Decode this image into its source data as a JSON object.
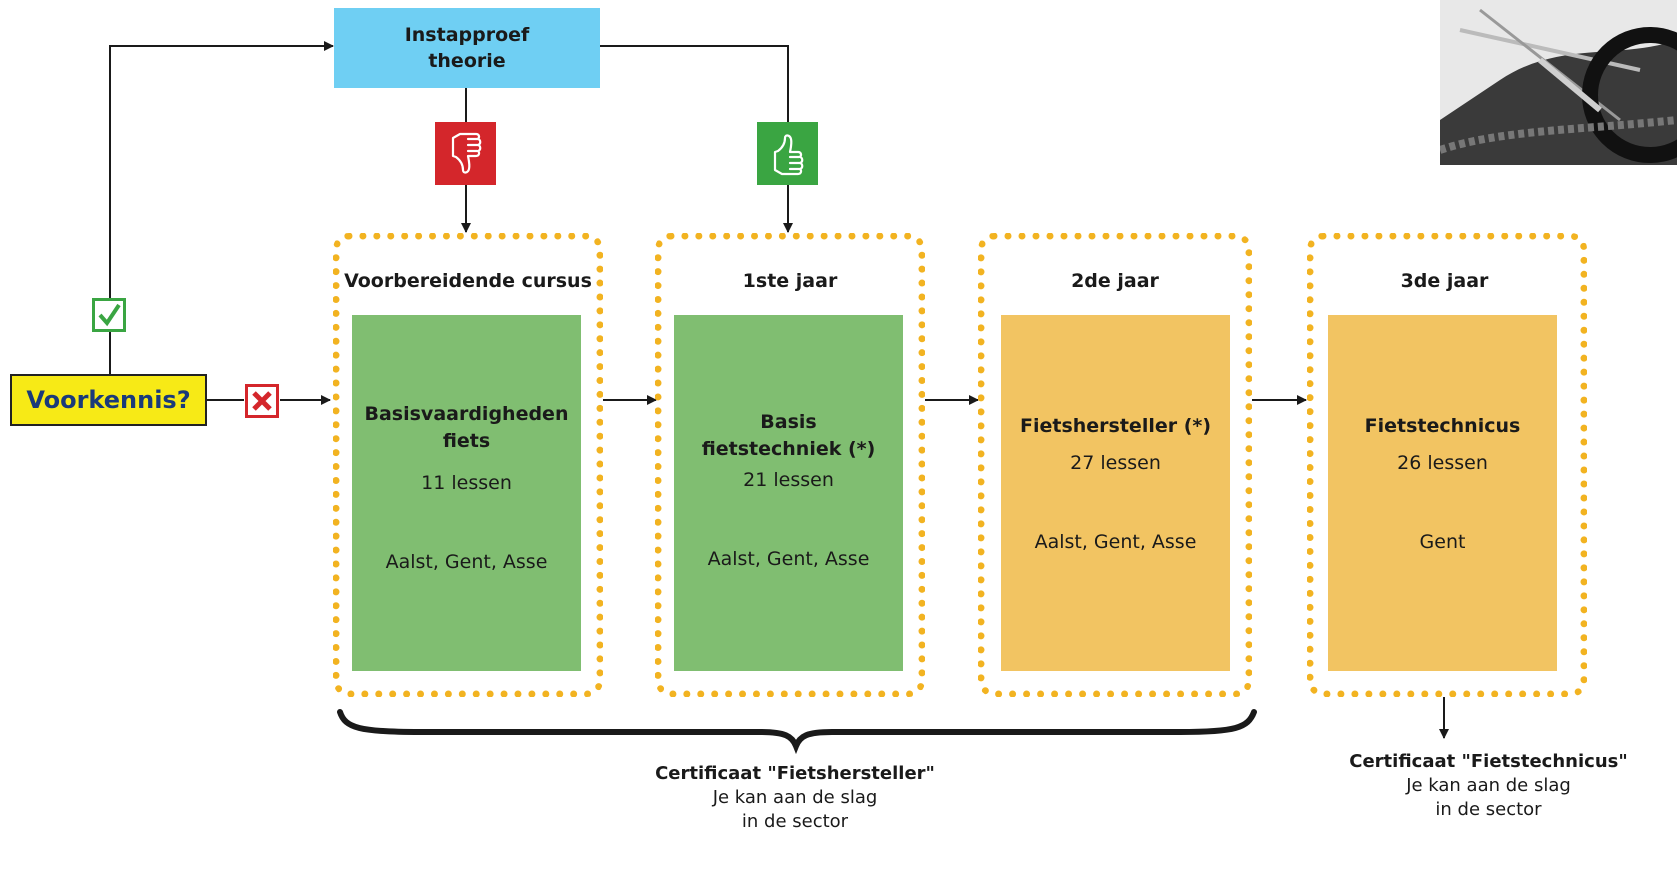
{
  "colors": {
    "entry_test": "#6fcff3",
    "thumb_down": "#d4262b",
    "thumb_up": "#3aa542",
    "question": "#f7ea16",
    "stage_border": "#f2b321",
    "course_green": "#80be71",
    "course_orange": "#f2c462"
  },
  "entry_test": {
    "line1": "Instapproef",
    "line2": "theorie"
  },
  "icons": {
    "thumb_down": "thumbs-down-icon",
    "thumb_up": "thumbs-up-icon",
    "check": "checkbox-checked-icon",
    "cross": "checkbox-cross-icon"
  },
  "question": "Voorkennis?",
  "stages": [
    {
      "title": "Voorbereidende cursus",
      "name1": "Basisvaardigheden",
      "name2": "fiets",
      "lessons": "11 lessen",
      "locations": "Aalst, Gent, Asse"
    },
    {
      "title": "1ste jaar",
      "name1": "Basis",
      "name2": "fietstechniek (*)",
      "lessons": "21 lessen",
      "locations": "Aalst, Gent, Asse"
    },
    {
      "title": "2de jaar",
      "name1": "Fietshersteller (*)",
      "name2": "",
      "lessons": "27 lessen",
      "locations": "Aalst, Gent, Asse"
    },
    {
      "title": "3de jaar",
      "name1": "Fietstechnicus",
      "name2": "",
      "lessons": "26 lessen",
      "locations": "Gent"
    }
  ],
  "certificates": [
    {
      "title": "Certificaat \"Fietshersteller\"",
      "line1": "Je kan aan de slag",
      "line2": "in de sector"
    },
    {
      "title": "Certificaat \"Fietstechnicus\"",
      "line1": "Je kan aan de slag",
      "line2": "in de sector"
    }
  ]
}
